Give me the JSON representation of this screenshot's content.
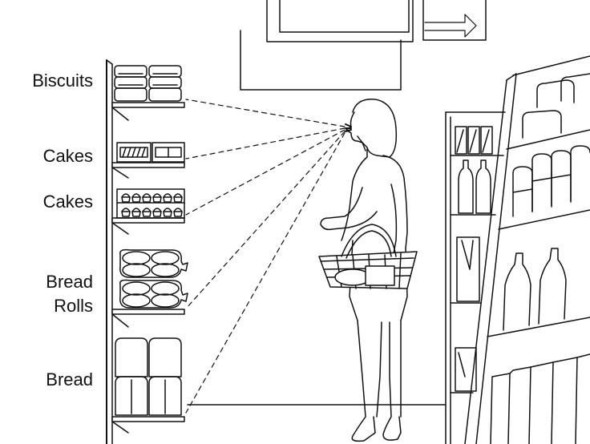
{
  "labels": {
    "biscuits": "Biscuits",
    "cakes_top": "Cakes",
    "cakes_bottom": "Cakes",
    "bread_rolls_line1": "Bread",
    "bread_rolls_line2": "Rolls",
    "bread": "Bread"
  },
  "colors": {
    "line": "#111111",
    "background": "#ffffff"
  }
}
